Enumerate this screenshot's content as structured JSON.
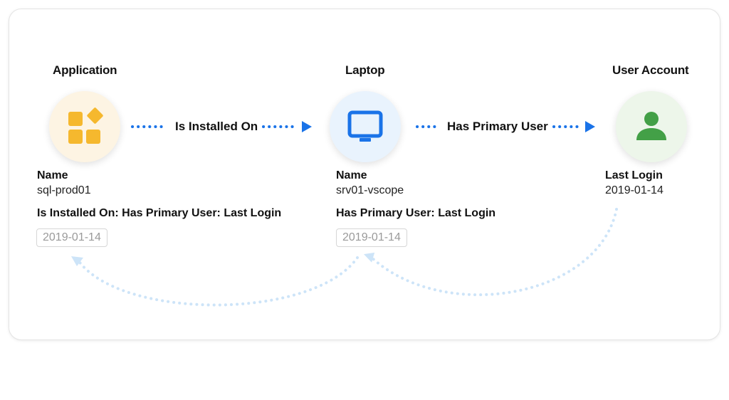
{
  "nodes": {
    "application": {
      "title": "Application",
      "icon": "widgets-icon",
      "color": "#f5b82e",
      "field_label": "Name",
      "field_value": "sql-prod01",
      "path_label": "Is Installed On: Has Primary User: Last Login",
      "path_value": "2019-01-14"
    },
    "laptop": {
      "title": "Laptop",
      "icon": "monitor-icon",
      "color": "#1a73e8",
      "field_label": "Name",
      "field_value": "srv01-vscope",
      "path_label": "Has Primary User: Last Login",
      "path_value": "2019-01-14"
    },
    "user_account": {
      "title": "User Account",
      "icon": "person-icon",
      "color": "#43a047",
      "field_label": "Last Login",
      "field_value": "2019-01-14"
    }
  },
  "edges": {
    "installed_on": "Is Installed On",
    "primary_user": "Has Primary User"
  },
  "colors": {
    "edge_arrow": "#1a73e8",
    "backflow": "#cde4f8"
  }
}
